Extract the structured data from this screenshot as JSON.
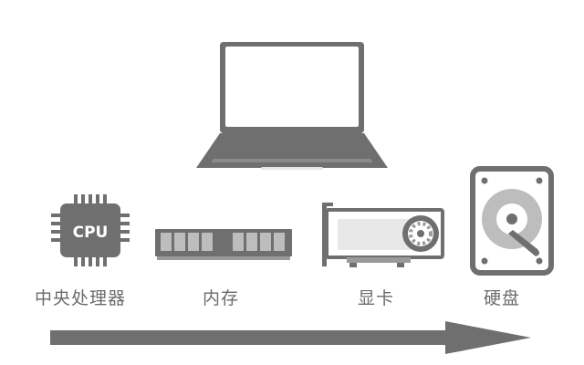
{
  "labels": {
    "cpu": "中央处理器",
    "memory": "内存",
    "graphics_card": "显卡",
    "hard_disk": "硬盘"
  },
  "cpu_chip_text": "CPU",
  "icons": [
    "laptop-icon",
    "cpu-chip-icon",
    "ram-module-icon",
    "graphics-card-icon",
    "hard-disk-icon",
    "direction-arrow-icon"
  ],
  "colors": {
    "icon_dark": "#6f6f6f",
    "icon_mid": "#808080",
    "icon_light": "#bdbdbd",
    "label": "#6b6b6b",
    "background": "#ffffff"
  }
}
